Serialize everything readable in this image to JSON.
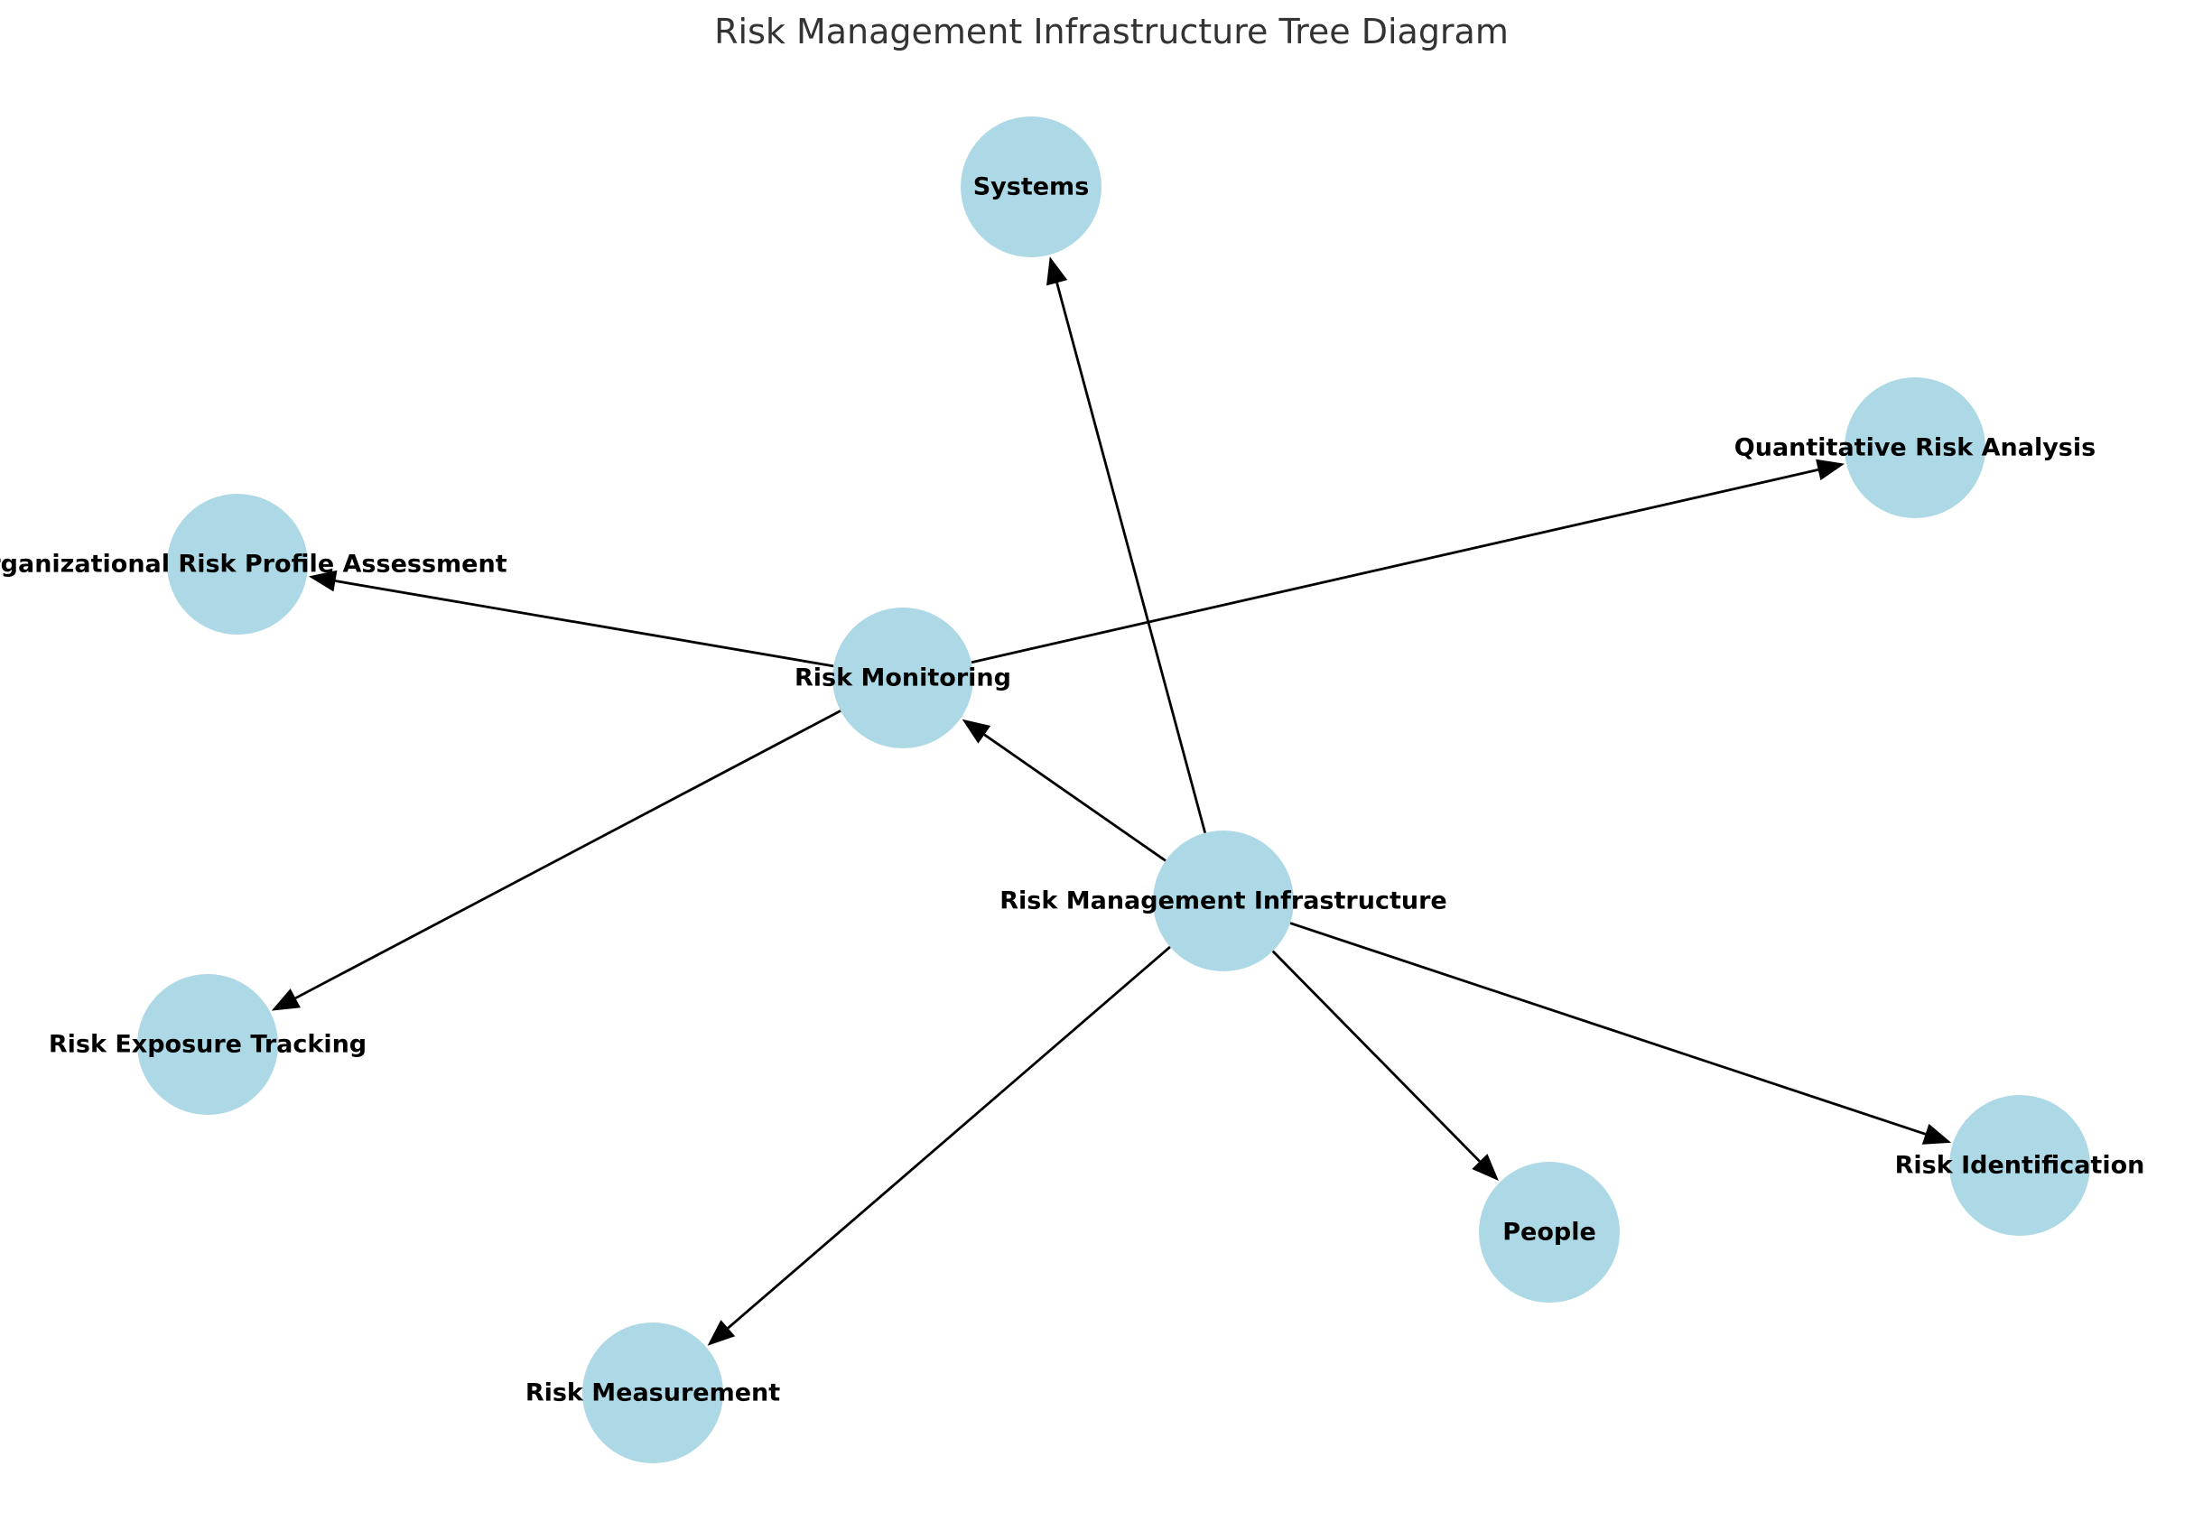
{
  "title": "Risk Management Infrastructure Tree Diagram",
  "node_color": "#add8e6",
  "edge_color": "#000000",
  "nodes": [
    {
      "id": "rmi",
      "label": "Risk Management Infrastructure"
    },
    {
      "id": "systems",
      "label": "Systems"
    },
    {
      "id": "monitoring",
      "label": "Risk Monitoring"
    },
    {
      "id": "quant",
      "label": "Quantitative Risk Analysis"
    },
    {
      "id": "orgprofile",
      "label": "Organizational Risk Profile Assessment"
    },
    {
      "id": "exposure",
      "label": "Risk Exposure Tracking"
    },
    {
      "id": "measurement",
      "label": "Risk Measurement"
    },
    {
      "id": "people",
      "label": "People"
    },
    {
      "id": "identification",
      "label": "Risk Identification"
    }
  ],
  "edges": [
    {
      "from": "rmi",
      "to": "systems"
    },
    {
      "from": "rmi",
      "to": "monitoring"
    },
    {
      "from": "rmi",
      "to": "measurement"
    },
    {
      "from": "rmi",
      "to": "people"
    },
    {
      "from": "rmi",
      "to": "identification"
    },
    {
      "from": "monitoring",
      "to": "quant"
    },
    {
      "from": "monitoring",
      "to": "orgprofile"
    },
    {
      "from": "monitoring",
      "to": "exposure"
    }
  ]
}
